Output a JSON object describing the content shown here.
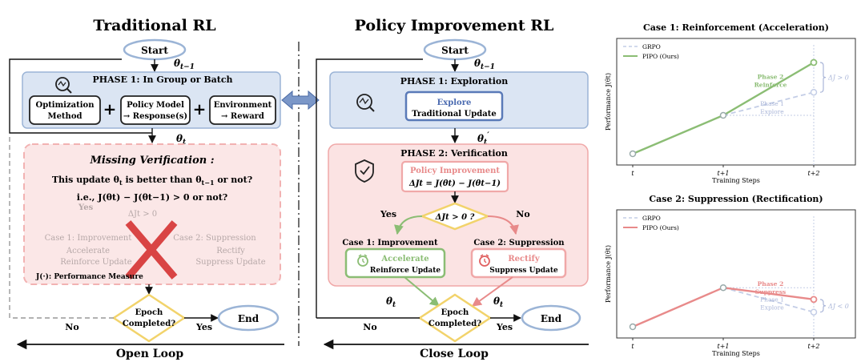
{
  "left": {
    "title": "Traditional RL",
    "start": "Start",
    "theta_prev": "θ",
    "theta_prev_sub": "t−1",
    "phase1_title": "PHASE 1: In Group or Batch",
    "opt_method_1": "Optimization",
    "opt_method_2": "Method",
    "plus1": "+",
    "policy_model_1": "Policy Model",
    "policy_model_2": "→ Response(s)",
    "plus2": "+",
    "environment_1": "Environment",
    "environment_2": "→ Reward",
    "theta_t": "θ",
    "theta_t_sub": "t",
    "missing_title": "Missing Verification :",
    "missing_q_pre": "This update θ",
    "missing_q_mid": " is better than θ",
    "missing_q_post": " or not?",
    "missing_q_sub1": "t",
    "missing_q_sub2": "t−1",
    "missing_ie": "i.e., J(θt) − J(θt−1) > 0 or not?",
    "ghost_yes": "Yes",
    "ghost_delta": "ΔJt > 0",
    "ghost_case1": "Case 1: Improvement",
    "ghost_case2": "Case 2: Suppression",
    "ghost_reinforce": "Reinforce Update",
    "ghost_suppress": "Suppress Update",
    "ghost_accel": "Accelerate",
    "ghost_rectify": "Rectify",
    "perf_measure": "J(·): Performance Measure",
    "epoch_1": "Epoch",
    "epoch_2": "Completed?",
    "yes": "Yes",
    "no": "No",
    "end": "End",
    "loop_label": "Open Loop"
  },
  "right": {
    "title": "Policy Improvement RL",
    "start": "Start",
    "theta_prev": "θ",
    "theta_prev_sub": "t−1",
    "phase1_title": "PHASE 1: Exploration",
    "explore_1": "Explore",
    "explore_2": "Traditional Update",
    "theta_tp": "θ",
    "theta_tp_sub": "t",
    "theta_tp_sup": "′",
    "phase2_title": "PHASE 2: Verification",
    "pi_title": "Policy Improvement",
    "pi_formula": "ΔJt = J(θt) − J(θt−1)",
    "yes": "Yes",
    "no": "No",
    "decision": "ΔJt > 0 ?",
    "case1": "Case 1: Improvement",
    "case2": "Case 2: Suppression",
    "accel_1": "Accelerate",
    "accel_2": "Reinforce Update",
    "rectify_1": "Rectify",
    "rectify_2": "Suppress Update",
    "theta_l": "θ",
    "theta_l_sub": "t",
    "theta_r": "θ",
    "theta_r_sub": "t",
    "epoch_1": "Epoch",
    "epoch_2": "Completed?",
    "yes2": "Yes",
    "no2": "No",
    "end": "End",
    "loop_label": "Close Loop"
  },
  "colors": {
    "blue_fill": "#dbe5f3",
    "blue_stroke": "#8aa8d0",
    "pink_fill": "#fbe3e3",
    "pink_stroke": "#f0a8a8",
    "green": "#8bbd74",
    "red": "#e88a8a",
    "gold": "#f2d36b",
    "ellipse": "#8aa8d0"
  },
  "chart_data": [
    {
      "type": "line",
      "title": "Case 1: Reinforcement (Acceleration)",
      "xlabel": "Training Steps",
      "ylabel": "Performance J(θt)",
      "x_ticks": [
        "t",
        "t+1",
        "t+2"
      ],
      "series": [
        {
          "name": "GRPO",
          "style": "dashed",
          "color": "#c3cde6",
          "x": [
            0,
            1,
            2
          ],
          "y": [
            0.0,
            0.4,
            0.64
          ]
        },
        {
          "name": "PIPO (Ours)",
          "style": "solid",
          "color": "#8bbd74",
          "x": [
            0,
            1,
            2
          ],
          "y": [
            0.0,
            0.4,
            0.95
          ]
        }
      ],
      "annotations": {
        "phase2": [
          "Phase 2",
          "Reinforce"
        ],
        "phase1": [
          "Phase 1",
          "Explore"
        ],
        "delta": "ΔJ > 0"
      }
    },
    {
      "type": "line",
      "title": "Case 2: Suppression (Rectification)",
      "xlabel": "Training Steps",
      "ylabel": "Performance J(θt)",
      "x_ticks": [
        "t",
        "t+1",
        "t+2"
      ],
      "series": [
        {
          "name": "GRPO",
          "style": "dashed",
          "color": "#c3cde6",
          "x": [
            0,
            1,
            2
          ],
          "y": [
            0.0,
            0.4,
            0.15
          ]
        },
        {
          "name": "PIPO (Ours)",
          "style": "solid",
          "color": "#e88a8a",
          "x": [
            0,
            1,
            2
          ],
          "y": [
            0.0,
            0.4,
            0.28
          ]
        }
      ],
      "annotations": {
        "phase2": [
          "Phase 2",
          "Suppress"
        ],
        "phase1": [
          "Phase 1",
          "Explore"
        ],
        "delta": "ΔJ < 0"
      }
    }
  ]
}
